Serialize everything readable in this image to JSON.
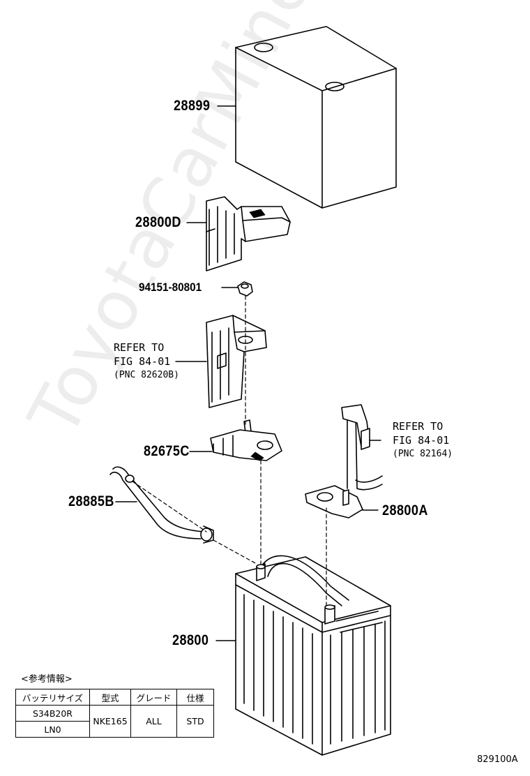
{
  "watermark": "ToyotaCarMine.ru",
  "parts": [
    {
      "id": "p28899",
      "number": "28899"
    },
    {
      "id": "p28800D",
      "number": "28800D"
    },
    {
      "id": "p94151",
      "number": "94151-80801"
    },
    {
      "id": "p82675C",
      "number": "82675C"
    },
    {
      "id": "p28885B",
      "number": "28885B"
    },
    {
      "id": "p28800A",
      "number": "28800A"
    },
    {
      "id": "p28800",
      "number": "28800"
    }
  ],
  "references": [
    {
      "line1": "REFER TO",
      "line2": "FIG 84-01",
      "line3": "(PNC 82620B)"
    },
    {
      "line1": "REFER TO",
      "line2": "FIG 84-01",
      "line3": "(PNC 82164)"
    }
  ],
  "info": {
    "title": "<参考情報>",
    "headers": [
      "バッテリサイズ",
      "型式",
      "グレード",
      "仕様"
    ],
    "size_values": [
      "S34B20R",
      "LN0"
    ],
    "model": "NKE165",
    "grade": "ALL",
    "spec": "STD"
  },
  "illustration_id": "829100A"
}
